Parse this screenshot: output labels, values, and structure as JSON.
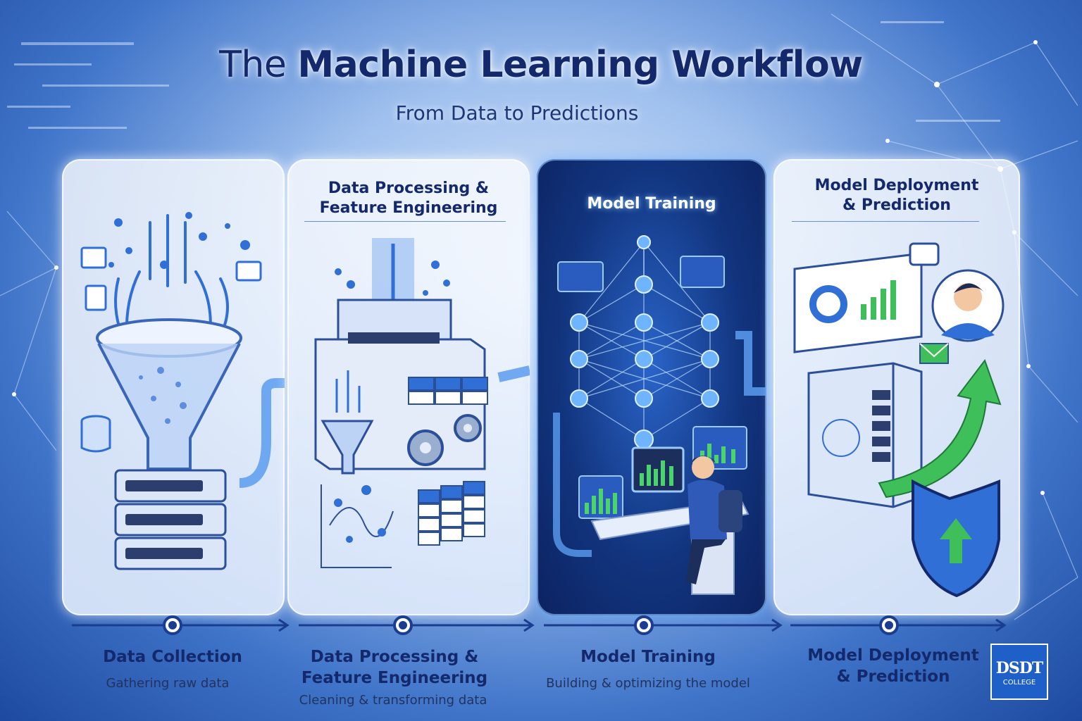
{
  "header": {
    "title_prefix": "The",
    "title_main": "Machine Learning Workflow",
    "subtitle": "From Data to Predictions"
  },
  "panels": [
    {
      "id": "collection",
      "title": "",
      "icon": "funnel-server-icon"
    },
    {
      "id": "processing",
      "title_line1": "Data Processing &",
      "title_line2": "Feature Engineering",
      "icon": "processing-machine-icon"
    },
    {
      "id": "training",
      "title": "Model Training",
      "icon": "neural-network-icon"
    },
    {
      "id": "deployment",
      "title_line1": "Model Deployment",
      "title_line2": "& Prediction",
      "icon": "server-deployment-icon"
    }
  ],
  "steps": [
    {
      "name_line1": "Data Collection",
      "name_line2": "",
      "description": "Gathering raw data"
    },
    {
      "name_line1": "Data Processing &",
      "name_line2": "Feature Engineering",
      "description": "Cleaning & transforming data"
    },
    {
      "name_line1": "Model Training",
      "name_line2": "",
      "description": "Building & optimizing the model"
    },
    {
      "name_line1": "Model Deployment",
      "name_line2": "& Prediction",
      "description": ""
    }
  ],
  "logo": {
    "line1": "DSDT",
    "line2": "COLLEGE"
  },
  "colors": {
    "navy": "#14296b",
    "blue": "#2f6fd6",
    "green": "#3fbf5a",
    "dark_panel": "#12357f"
  }
}
